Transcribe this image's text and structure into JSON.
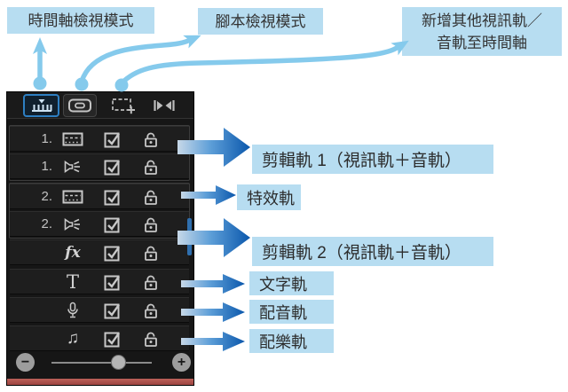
{
  "callouts": {
    "timeline_view_mode": "時間軸檢視模式",
    "storyboard_view_mode": "腳本檢視模式",
    "add_track_line1": "新增其他視訊軌／",
    "add_track_line2": "音軌至時間軸"
  },
  "panel": {
    "tracks": [
      {
        "number": "1.",
        "type": "video"
      },
      {
        "number": "1.",
        "type": "audio"
      },
      {
        "number": "2.",
        "type": "video"
      },
      {
        "number": "2.",
        "type": "audio"
      },
      {
        "number": "",
        "type": "effect",
        "glyph": "fx"
      },
      {
        "number": "",
        "type": "title",
        "glyph": "T"
      },
      {
        "number": "",
        "type": "voice"
      },
      {
        "number": "",
        "type": "music",
        "glyph": "♫"
      }
    ],
    "zoom_out_label": "−",
    "zoom_in_label": "+"
  },
  "annotations": [
    {
      "label": "剪輯軌 1（視訊軌＋音軌）"
    },
    {
      "label": "特效軌"
    },
    {
      "label": "剪輯軌 2（視訊軌＋音軌）"
    },
    {
      "label": "文字軌"
    },
    {
      "label": "配音軌"
    },
    {
      "label": "配樂軌"
    }
  ],
  "colors": {
    "callout_bg": "#b7ddf1",
    "connector_blue": "#85caec",
    "arrow_gradient_start": "#c7d8e8",
    "arrow_gradient_end": "#0a57ac",
    "panel_bg": "#161616",
    "active_button_border": "#2e7fc2",
    "bottom_strip_red": "#b1524f"
  }
}
